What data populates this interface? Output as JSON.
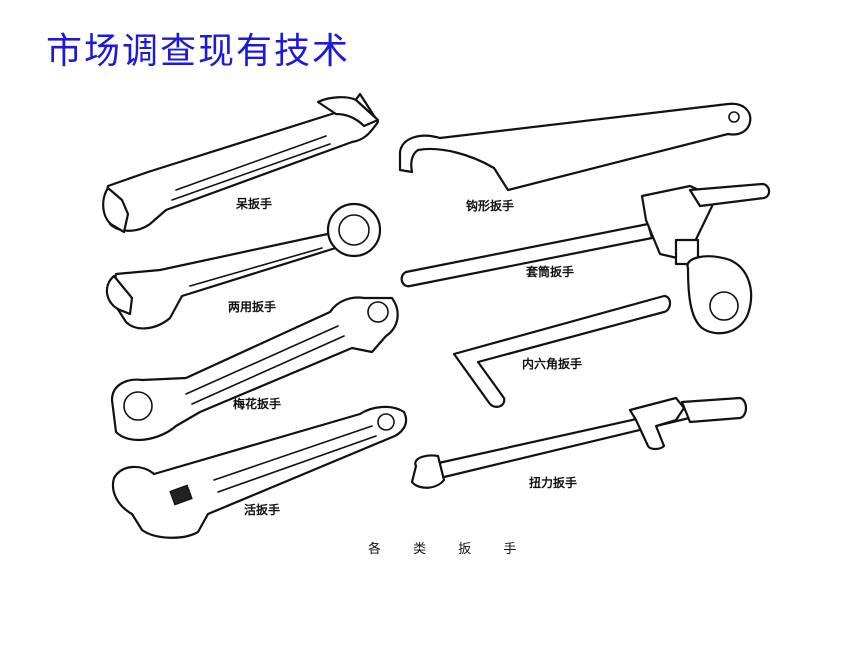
{
  "title": "市场调查现有技术",
  "figure": {
    "caption": "各 类 扳 手",
    "labels": {
      "open_end": "呆扳手",
      "hook": "钩形扳手",
      "combination": "两用扳手",
      "socket": "套筒扳手",
      "hex_key": "内六角扳手",
      "box_end": "梅花扳手",
      "adjustable": "活扳手",
      "torque": "扭力扳手"
    }
  }
}
